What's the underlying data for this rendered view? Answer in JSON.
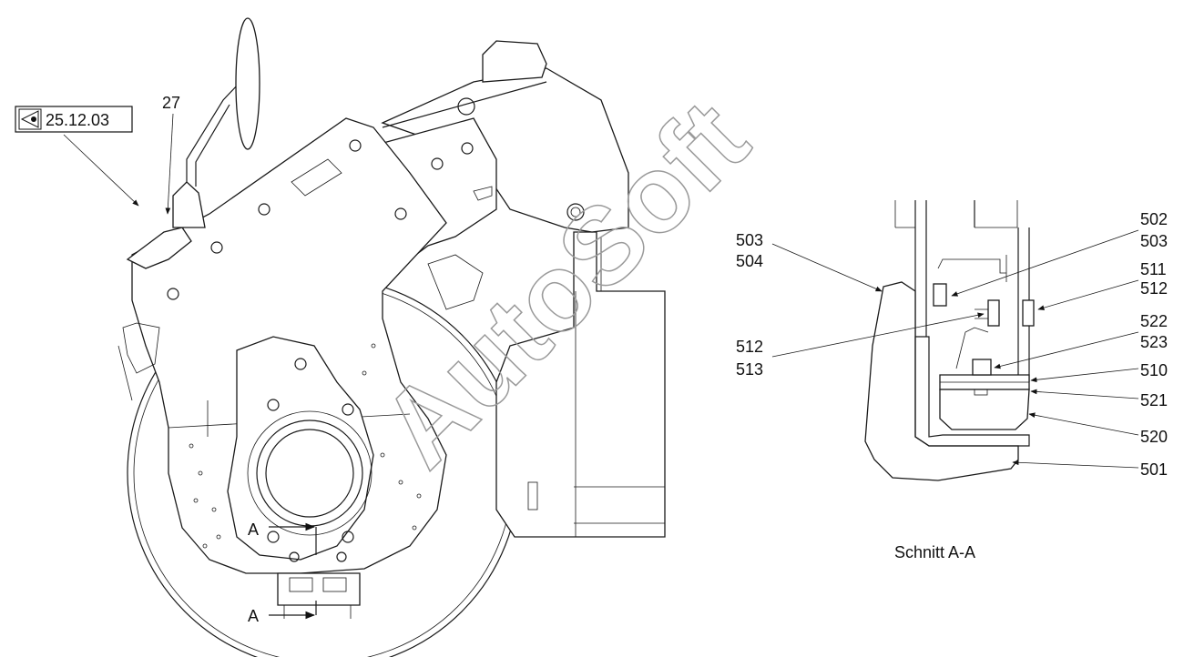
{
  "callout_date": "25.12.03",
  "labels": {
    "l27": "27",
    "section_a_top": "A",
    "section_a_bottom": "A",
    "section_title": "Schnitt A-A",
    "p502": "502",
    "p503a": "503",
    "p503b": "503",
    "p504": "504",
    "p511": "511",
    "p512a": "512",
    "p512b": "512",
    "p513": "513",
    "p522": "522",
    "p523": "523",
    "p510": "510",
    "p521": "521",
    "p520": "520",
    "p501": "501"
  },
  "watermark": "AutoSoft",
  "icons": {
    "callout": "eye-triangle-icon"
  }
}
